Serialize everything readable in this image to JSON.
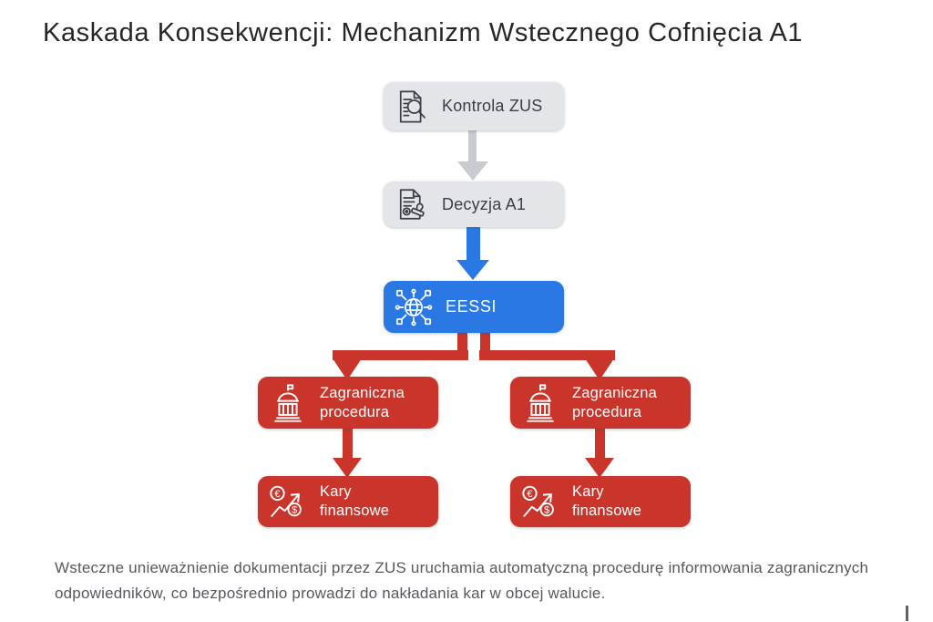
{
  "title": "Kaskada Konsekwencji: Mechanizm Wstecznego Cofnięcia A1",
  "flowchart": {
    "nodes": {
      "kontrola": {
        "label": "Kontrola ZUS",
        "icon": "document-search-icon",
        "color": "#e3e5e8"
      },
      "decyzja": {
        "label": "Decyzja A1",
        "icon": "document-stamp-icon",
        "color": "#e3e5e8"
      },
      "eessi": {
        "label": "EESSI",
        "icon": "globe-network-icon",
        "color": "#2a78e4"
      },
      "procedura_left": {
        "label_line1": "Zagraniczna",
        "label_line2": "procedura",
        "icon": "government-building-icon",
        "color": "#c9352b"
      },
      "procedura_right": {
        "label_line1": "Zagraniczna",
        "label_line2": "procedura",
        "icon": "government-building-icon",
        "color": "#c9352b"
      },
      "kary_left": {
        "label_line1": "Kary",
        "label_line2": "finansowe",
        "icon": "currency-growth-icon",
        "color": "#c9352b"
      },
      "kary_right": {
        "label_line1": "Kary",
        "label_line2": "finansowe",
        "icon": "currency-growth-icon",
        "color": "#c9352b"
      }
    }
  },
  "footer": {
    "text": "Wsteczne unieważnienie dokumentacji przez ZUS uruchamia automatyczną procedurę informowania zagranicznych odpowiedników, co bezpośrednio prowadzi do nakładania kar w obcej walucie."
  },
  "colors": {
    "blue": "#2a78e4",
    "red": "#c9352b",
    "gray-box": "#e3e5e8",
    "gray-arrow": "#c8ccd0",
    "title-color": "#262626",
    "footer-color": "#55595e",
    "node-dark-text": "#3b4045"
  }
}
